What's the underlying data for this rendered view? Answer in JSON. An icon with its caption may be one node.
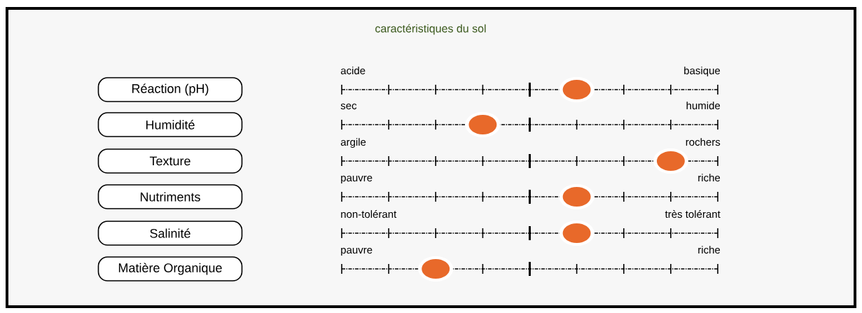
{
  "diagram": {
    "title": "caractéristiques du sol",
    "nodes": [
      {
        "text": [
          "Réaction (pH)"
        ]
      },
      {
        "text": [
          "Humidité"
        ]
      },
      {
        "text": [
          "Texture"
        ]
      },
      {
        "text": [
          "Nutriments"
        ]
      },
      {
        "text": [
          "Salinité"
        ]
      },
      {
        "text": [
          "Matière Organique"
        ]
      }
    ],
    "labels": [
      "acide",
      "basique",
      "sec",
      "humide",
      "argile",
      "rochers",
      "pauvre",
      "riche",
      "non-tolérant",
      "très tolérant",
      "pauvre",
      "riche"
    ]
  }
}
